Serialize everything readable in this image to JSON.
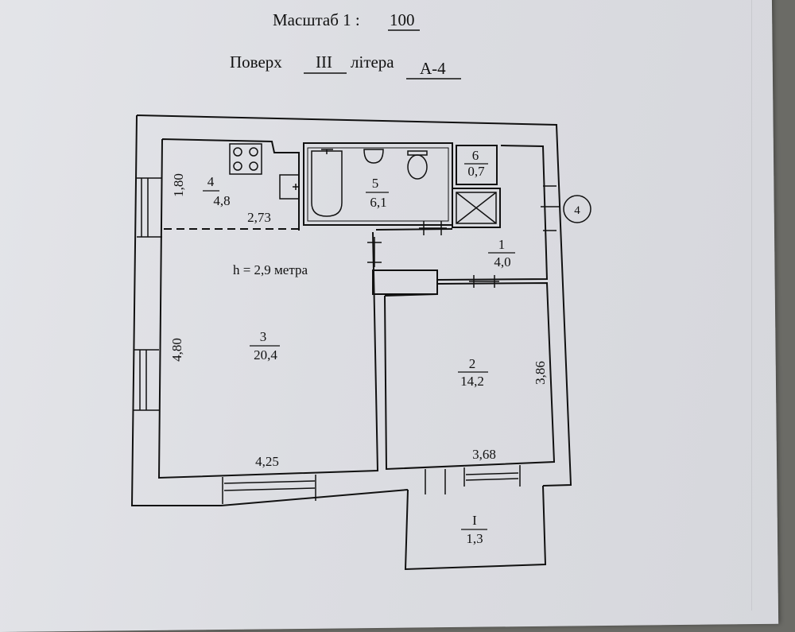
{
  "header": {
    "scale_label": "Масштаб 1 :",
    "scale_value": "100",
    "floor_label": "Поверх",
    "floor_value": "III",
    "letter_label": "літера",
    "letter_value": "А-4"
  },
  "rooms": [
    {
      "number": "1",
      "area": "4,0"
    },
    {
      "number": "2",
      "area": "14,2"
    },
    {
      "number": "3",
      "area": "20,4"
    },
    {
      "number": "4",
      "area": "4,8"
    },
    {
      "number": "5",
      "area": "6,1"
    },
    {
      "number": "6",
      "area": "0,7"
    },
    {
      "number": "I",
      "area": "1,3"
    }
  ],
  "dimensions": {
    "kitchen_height": "1,80",
    "kitchen_width": "2,73",
    "living_height": "4,80",
    "living_width": "4,25",
    "bedroom_width": "3,68",
    "bedroom_height": "3,86"
  },
  "ceiling_height": "h = 2,9 метра",
  "axis_marker": "4",
  "colors": {
    "paper": "#e1e2e7",
    "ink": "#111111",
    "background": "#6b6b66"
  }
}
